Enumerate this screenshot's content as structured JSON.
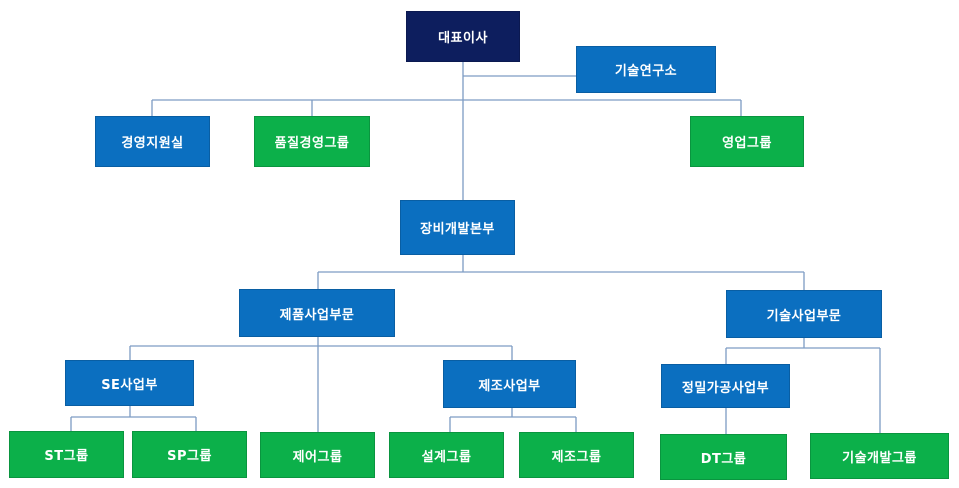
{
  "org_chart": {
    "colors": {
      "navy": "#0d1e5e",
      "blue": "#0b6fc0",
      "green": "#0cb04a",
      "line": "#7d9cc4"
    },
    "nodes": {
      "ceo": "대표이사",
      "research_institute": "기술연구소",
      "management_support": "경영지원실",
      "quality_management": "품질경영그룹",
      "sales": "영업그룹",
      "equipment_division": "장비개발본부",
      "product_business": "제품사업부문",
      "technology_business": "기술사업부문",
      "se_business": "SE사업부",
      "manufacturing_business": "제조사업부",
      "precision_processing": "정밀가공사업부",
      "st_group": "ST그룹",
      "sp_group": "SP그룹",
      "control_group": "제어그룹",
      "design_group": "설계그룹",
      "manufacturing_group": "제조그룹",
      "dt_group": "DT그룹",
      "tech_development_group": "기술개발그룹"
    }
  }
}
